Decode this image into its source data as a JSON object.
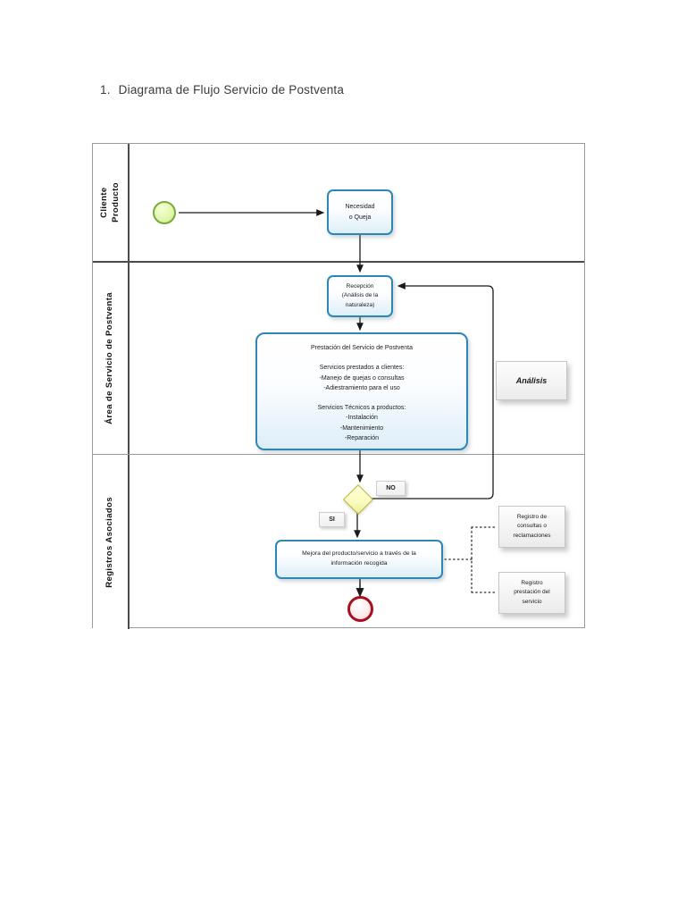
{
  "title": {
    "number": "1.",
    "text": "Diagrama de Flujo Servicio de Postventa"
  },
  "diagram": {
    "type": "swimlane-flowchart",
    "lanes": [
      {
        "id": "lane-cliente",
        "label": "Cliente\nProducto"
      },
      {
        "id": "lane-area",
        "label": "Área de Servicio de Postventa"
      },
      {
        "id": "lane-registros",
        "label": "Registros Asociados"
      }
    ],
    "nodes": [
      {
        "id": "start",
        "kind": "start-event",
        "lane": "lane-cliente",
        "label": ""
      },
      {
        "id": "necesidad",
        "kind": "task",
        "lane": "lane-cliente",
        "label": "Necesidad\no Queja"
      },
      {
        "id": "recepcion",
        "kind": "task",
        "lane": "lane-area",
        "label": "Recepción\n(Análisis de la\nnaturaleza)"
      },
      {
        "id": "prestacion",
        "kind": "task",
        "lane": "lane-area",
        "label": "Prestación del Servicio de Postventa\n\nServicios prestados a clientes:\n-Manejo de quejas o consultas\n-Adiestramiento para el uso\n\nServicios Técnicos a productos:\n-Instalación\n-Mantenimiento\n-Reparación"
      },
      {
        "id": "analisis",
        "kind": "annotation",
        "lane": "lane-area",
        "label": "Análisis"
      },
      {
        "id": "gateway",
        "kind": "gateway",
        "lane": "lane-registros",
        "label": ""
      },
      {
        "id": "mejora",
        "kind": "task",
        "lane": "lane-registros",
        "label": "Mejora del producto/servicio a través de la\ninformación recogida"
      },
      {
        "id": "reg-consultas",
        "kind": "data-object",
        "lane": "lane-registros",
        "label": "Registro de\nconsultas o\nreclamaciones"
      },
      {
        "id": "reg-prestacion",
        "kind": "data-object",
        "lane": "lane-registros",
        "label": "Registro\nprestación del\nservicio"
      },
      {
        "id": "end",
        "kind": "end-event",
        "lane": "lane-registros",
        "label": ""
      }
    ],
    "flows": [
      {
        "from": "start",
        "to": "necesidad",
        "label": "",
        "style": "solid"
      },
      {
        "from": "necesidad",
        "to": "recepcion",
        "label": "",
        "style": "solid"
      },
      {
        "from": "recepcion",
        "to": "prestacion",
        "label": "",
        "style": "solid"
      },
      {
        "from": "prestacion",
        "to": "gateway",
        "label": "",
        "style": "solid"
      },
      {
        "from": "gateway",
        "to": "mejora",
        "label": "SI",
        "style": "solid"
      },
      {
        "from": "gateway",
        "to": "recepcion",
        "label": "NO",
        "style": "solid"
      },
      {
        "from": "mejora",
        "to": "end",
        "label": "",
        "style": "solid"
      },
      {
        "from": "mejora",
        "to": "reg-consultas",
        "label": "",
        "style": "dotted"
      },
      {
        "from": "mejora",
        "to": "reg-prestacion",
        "label": "",
        "style": "dotted"
      }
    ],
    "labels": {
      "yes": "SI",
      "no": "NO"
    },
    "colors": {
      "task_border": "#2e86b4",
      "task_fill": "#ddeef8",
      "start_border": "#7aa93c",
      "start_fill": "#cdeb8b",
      "end_border": "#a81020",
      "end_fill": "#f7d4d4",
      "gateway_border": "#b9b93e",
      "gateway_fill": "#fbfbbd",
      "data_fill": "#f0f0f0",
      "connector": "#1a1a1a",
      "lane_border": "#4a4a4a"
    }
  }
}
